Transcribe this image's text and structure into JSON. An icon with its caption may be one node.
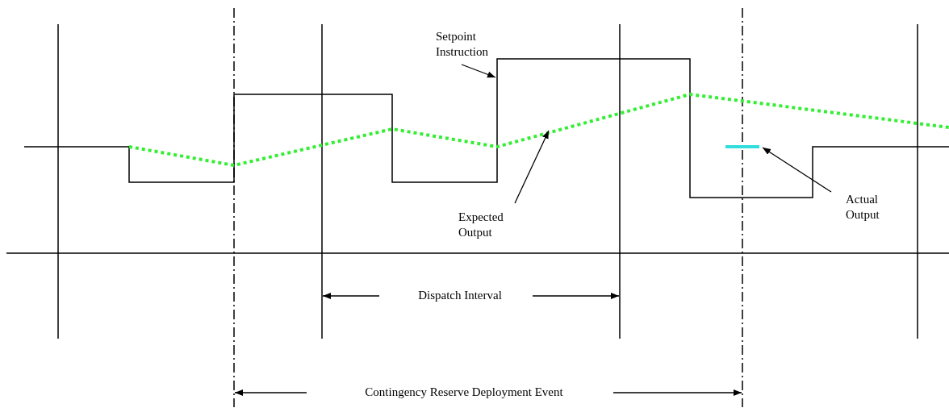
{
  "diagram": {
    "nodes": [
      {
        "text": [
          "Setpoint Instruction"
        ]
      },
      {
        "text": [
          "Expected Output"
        ]
      },
      {
        "text": [
          "Actual Output"
        ]
      }
    ],
    "edges": [
      {
        "from": 0,
        "to": null,
        "arrow": "to"
      },
      {
        "from": 1,
        "to": null,
        "arrow": "to"
      },
      {
        "from": 2,
        "to": null,
        "arrow": "to"
      }
    ],
    "labels": [
      "Dispatch Interval",
      "Contingency Reserve Deployment Event"
    ]
  }
}
